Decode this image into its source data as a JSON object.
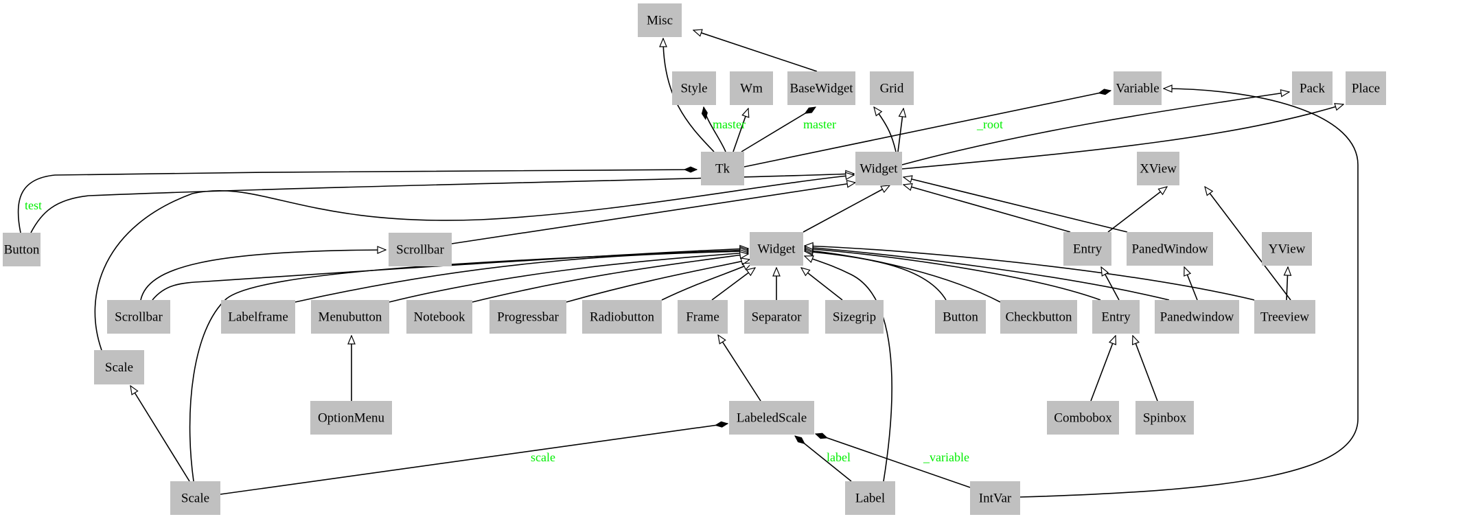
{
  "diagram": {
    "type": "class-diagram",
    "colors": {
      "node_fill": "#c0c0c0",
      "edge": "#000000",
      "edge_label": "#00ee00"
    },
    "nodes": [
      {
        "id": "misc",
        "label": "Misc"
      },
      {
        "id": "style",
        "label": "Style"
      },
      {
        "id": "wm",
        "label": "Wm"
      },
      {
        "id": "basewidget",
        "label": "BaseWidget"
      },
      {
        "id": "grid",
        "label": "Grid"
      },
      {
        "id": "variable",
        "label": "Variable"
      },
      {
        "id": "pack",
        "label": "Pack"
      },
      {
        "id": "place",
        "label": "Place"
      },
      {
        "id": "tk",
        "label": "Tk"
      },
      {
        "id": "widget_tk",
        "label": "Widget"
      },
      {
        "id": "xview",
        "label": "XView"
      },
      {
        "id": "button_tk",
        "label": "Button"
      },
      {
        "id": "scrollbar_tk",
        "label": "Scrollbar"
      },
      {
        "id": "widget_ttk",
        "label": "Widget"
      },
      {
        "id": "entry_tk",
        "label": "Entry"
      },
      {
        "id": "panedwindow_tk",
        "label": "PanedWindow"
      },
      {
        "id": "yview",
        "label": "YView"
      },
      {
        "id": "scrollbar_ttk",
        "label": "Scrollbar"
      },
      {
        "id": "labelframe",
        "label": "Labelframe"
      },
      {
        "id": "menubutton",
        "label": "Menubutton"
      },
      {
        "id": "notebook",
        "label": "Notebook"
      },
      {
        "id": "progressbar",
        "label": "Progressbar"
      },
      {
        "id": "radiobutton",
        "label": "Radiobutton"
      },
      {
        "id": "frame",
        "label": "Frame"
      },
      {
        "id": "separator",
        "label": "Separator"
      },
      {
        "id": "sizegrip",
        "label": "Sizegrip"
      },
      {
        "id": "button_ttk",
        "label": "Button"
      },
      {
        "id": "checkbutton",
        "label": "Checkbutton"
      },
      {
        "id": "entry_ttk",
        "label": "Entry"
      },
      {
        "id": "panedwindow_ttk",
        "label": "Panedwindow"
      },
      {
        "id": "treeview",
        "label": "Treeview"
      },
      {
        "id": "scale_tk",
        "label": "Scale"
      },
      {
        "id": "optionmenu",
        "label": "OptionMenu"
      },
      {
        "id": "labeledscale",
        "label": "LabeledScale"
      },
      {
        "id": "combobox",
        "label": "Combobox"
      },
      {
        "id": "spinbox",
        "label": "Spinbox"
      },
      {
        "id": "scale_ttk",
        "label": "Scale"
      },
      {
        "id": "label",
        "label": "Label"
      },
      {
        "id": "intvar",
        "label": "IntVar"
      }
    ],
    "edges": [
      {
        "from": "tk",
        "to": "misc",
        "kind": "inherit"
      },
      {
        "from": "basewidget",
        "to": "misc",
        "kind": "inherit"
      },
      {
        "from": "tk",
        "to": "style",
        "kind": "compose",
        "label": "master"
      },
      {
        "from": "tk",
        "to": "wm",
        "kind": "inherit"
      },
      {
        "from": "tk",
        "to": "basewidget",
        "kind": "compose",
        "label": "master"
      },
      {
        "from": "widget_tk",
        "to": "basewidget",
        "kind": "inherit"
      },
      {
        "from": "widget_tk",
        "to": "grid",
        "kind": "inherit"
      },
      {
        "from": "tk",
        "to": "variable",
        "kind": "compose",
        "label": "_root"
      },
      {
        "from": "widget_tk",
        "to": "pack",
        "kind": "inherit"
      },
      {
        "from": "widget_tk",
        "to": "place",
        "kind": "inherit"
      },
      {
        "from": "button_tk",
        "to": "tk",
        "kind": "compose",
        "label": "test"
      },
      {
        "from": "button_tk",
        "to": "widget_tk",
        "kind": "inherit"
      },
      {
        "from": "scale_tk",
        "to": "widget_tk",
        "kind": "inherit"
      },
      {
        "from": "scrollbar_tk",
        "to": "widget_tk",
        "kind": "inherit"
      },
      {
        "from": "widget_ttk",
        "to": "widget_tk",
        "kind": "inherit"
      },
      {
        "from": "entry_tk",
        "to": "widget_tk",
        "kind": "inherit"
      },
      {
        "from": "panedwindow_tk",
        "to": "widget_tk",
        "kind": "inherit"
      },
      {
        "from": "entry_tk",
        "to": "xview",
        "kind": "inherit"
      },
      {
        "from": "treeview",
        "to": "xview",
        "kind": "inherit"
      },
      {
        "from": "scrollbar_ttk",
        "to": "scrollbar_tk",
        "kind": "inherit"
      },
      {
        "from": "scrollbar_ttk",
        "to": "widget_ttk",
        "kind": "inherit"
      },
      {
        "from": "scale_ttk",
        "to": "widget_ttk",
        "kind": "inherit"
      },
      {
        "from": "labelframe",
        "to": "widget_ttk",
        "kind": "inherit"
      },
      {
        "from": "menubutton",
        "to": "widget_ttk",
        "kind": "inherit"
      },
      {
        "from": "notebook",
        "to": "widget_ttk",
        "kind": "inherit"
      },
      {
        "from": "progressbar",
        "to": "widget_ttk",
        "kind": "inherit"
      },
      {
        "from": "radiobutton",
        "to": "widget_ttk",
        "kind": "inherit"
      },
      {
        "from": "frame",
        "to": "widget_ttk",
        "kind": "inherit"
      },
      {
        "from": "separator",
        "to": "widget_ttk",
        "kind": "inherit"
      },
      {
        "from": "sizegrip",
        "to": "widget_ttk",
        "kind": "inherit"
      },
      {
        "from": "label",
        "to": "widget_ttk",
        "kind": "inherit"
      },
      {
        "from": "button_ttk",
        "to": "widget_ttk",
        "kind": "inherit"
      },
      {
        "from": "checkbutton",
        "to": "widget_ttk",
        "kind": "inherit"
      },
      {
        "from": "entry_ttk",
        "to": "widget_ttk",
        "kind": "inherit"
      },
      {
        "from": "panedwindow_ttk",
        "to": "widget_ttk",
        "kind": "inherit"
      },
      {
        "from": "treeview",
        "to": "widget_ttk",
        "kind": "inherit"
      },
      {
        "from": "entry_ttk",
        "to": "entry_tk",
        "kind": "inherit"
      },
      {
        "from": "panedwindow_ttk",
        "to": "panedwindow_tk",
        "kind": "inherit"
      },
      {
        "from": "treeview",
        "to": "yview",
        "kind": "inherit"
      },
      {
        "from": "optionmenu",
        "to": "menubutton",
        "kind": "inherit"
      },
      {
        "from": "labeledscale",
        "to": "frame",
        "kind": "inherit"
      },
      {
        "from": "combobox",
        "to": "entry_ttk",
        "kind": "inherit"
      },
      {
        "from": "spinbox",
        "to": "entry_ttk",
        "kind": "inherit"
      },
      {
        "from": "scale_ttk",
        "to": "scale_tk",
        "kind": "inherit"
      },
      {
        "from": "scale_ttk",
        "to": "labeledscale",
        "kind": "compose",
        "label": "scale"
      },
      {
        "from": "label",
        "to": "labeledscale",
        "kind": "compose",
        "label": "label"
      },
      {
        "from": "intvar",
        "to": "labeledscale",
        "kind": "compose",
        "label": "_variable"
      },
      {
        "from": "intvar",
        "to": "variable",
        "kind": "inherit"
      }
    ]
  }
}
